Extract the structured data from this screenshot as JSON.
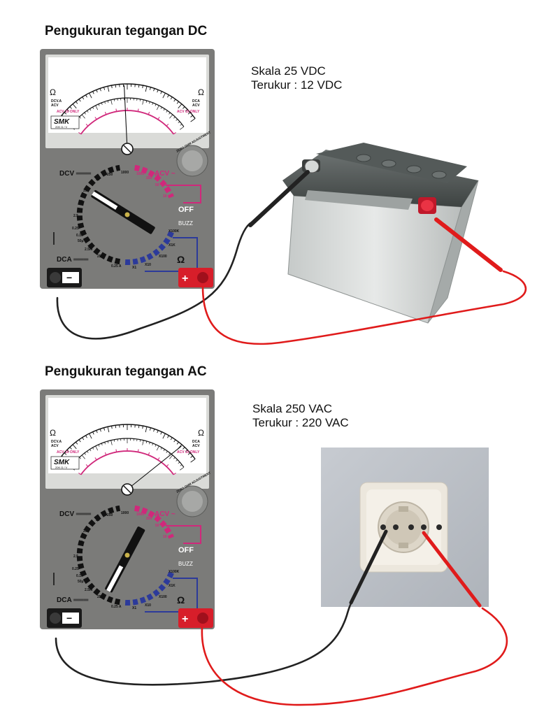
{
  "sections": [
    {
      "title": "Pengukuran tegangan DC",
      "scale_text": "Skala 25 VDC",
      "reading_text": "Terukur : 12 VDC",
      "device": "battery",
      "needle_fraction": 0.48,
      "knob_pointer": "upper-left"
    },
    {
      "title": "Pengukuran tegangan AC",
      "scale_text": "Skala 250 VAC",
      "reading_text": "Terukur : 220 VAC",
      "device": "wall-socket",
      "needle_fraction": 0.88,
      "knob_pointer": "upper-right"
    }
  ],
  "meter": {
    "brand": "SMK",
    "brand_sub": "20K Ω / V",
    "omega": "Ω",
    "dcv_label": "DCV ═══",
    "acv_label": "ACV ~",
    "dca_label": "DCA ═══",
    "off_label": "OFF",
    "buzz_label": "BUZZ",
    "zero_adj_label": "ZERO OHM ADJUSTMENT",
    "scale_left_label": "DCV.A\nACV",
    "scale_right_label": "DCA\nACV",
    "acv_only_left": "ACV 10 ONLY",
    "acv_only_right": "ACV 10 ONLY",
    "dcv_ranges": [
      "1000",
      "250",
      "50",
      "25",
      "10",
      "2.5",
      "0.25"
    ],
    "acv_ranges": [
      "1000",
      "250",
      "50",
      "10"
    ],
    "dca_ranges": [
      "0.1",
      "50μ",
      "2.5m",
      "25m",
      "0.25 A"
    ],
    "ohm_ranges": [
      "X100K",
      "X1K",
      "X100",
      "X10",
      "X1"
    ],
    "neg_terminal": "−",
    "pos_terminal": "+"
  },
  "colors": {
    "meter_body": "#7b7b79",
    "dial_face": "#ffffff",
    "dcv_arc": "#111111",
    "acv_arc": "#d0287b",
    "ohm_arc": "#2c3a9a",
    "terminal_pos": "#d71e2a",
    "terminal_neg": "#1a1a1a",
    "lead_red": "#e01b1b",
    "lead_black": "#222222"
  }
}
